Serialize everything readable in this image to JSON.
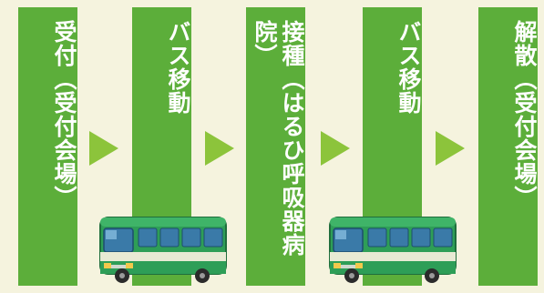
{
  "colors": {
    "background": "#f5f3de",
    "step_green": "#5cae3a",
    "arrow_green": "#8cc43b",
    "bus_body": "#2e9e57",
    "bus_stripe": "#e8ead4",
    "bus_window": "#3a7aa8"
  },
  "steps": [
    {
      "label": "受付（受付会場）"
    },
    {
      "label": "バス移動"
    },
    {
      "label": "接種（はるひ呼吸器病院）"
    },
    {
      "label": "バス移動"
    },
    {
      "label": "解散（受付会場）"
    }
  ],
  "arrows": [
    "arrow-right-icon",
    "arrow-right-icon",
    "arrow-right-icon",
    "arrow-right-icon"
  ],
  "buses": [
    "bus-icon",
    "bus-icon"
  ]
}
